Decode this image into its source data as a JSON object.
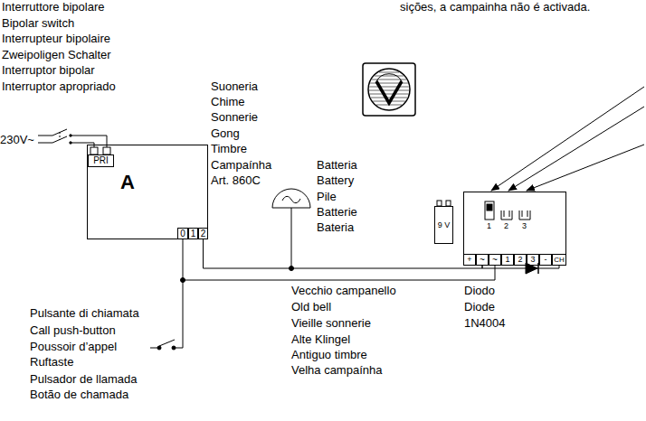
{
  "diagram": {
    "nodes": [
      {
        "text": [
          "A"
        ]
      },
      {
        "text": [
          "PRI"
        ],
        "in": 0
      },
      {
        "text": [
          "0"
        ],
        "in": 0
      },
      {
        "text": [
          "1"
        ],
        "in": 0
      },
      {
        "text": [
          "2"
        ],
        "in": 0
      },
      {
        "text": [
          "9 V"
        ]
      },
      {
        "text": []
      },
      {
        "text": [
          "+"
        ],
        "in": 6
      },
      {
        "text": [
          "~"
        ],
        "in": 6
      },
      {
        "text": [
          "~"
        ],
        "in": 6
      },
      {
        "text": [
          "1"
        ],
        "in": 6
      },
      {
        "text": [
          "2"
        ],
        "in": 6
      },
      {
        "text": [
          "3"
        ],
        "in": 6
      },
      {
        "text": [
          "-"
        ],
        "in": 6
      },
      {
        "text": [
          "CH"
        ],
        "in": 6
      }
    ],
    "edges": [
      {
        "from": 4,
        "to": 8,
        "arrow": "none"
      },
      {
        "from": 8,
        "to": 14,
        "arrow": "none"
      }
    ],
    "labels": [
      "Interruttore bipolare",
      "Bipolar switch",
      "Interrupteur bipolaire",
      "Zweipoligen Schalter",
      "Interruptor bipolar",
      "Interruptor apropriado",
      "sições, a campainha não é activada.",
      "230V~",
      "Suoneria",
      "Chime",
      "Sonnerie",
      "Gong",
      "Timbre",
      "Campaínha",
      "Art. 860C",
      "Batteria",
      "Battery",
      "Pile",
      "Batterie",
      "Bateria",
      "Vecchio campanello",
      "Old bell",
      "Vieille sonnerie",
      "Alte Klingel",
      "Antiguo timbre",
      "Velha campaínha",
      "Diodo",
      "Diode",
      "1N4004",
      "Pulsante di chiamata",
      "Call push-button",
      "Poussoir d’appel",
      "Ruftaste",
      "Pulsador de llamada",
      "Botão de chamada",
      "1",
      "2",
      "3"
    ]
  }
}
